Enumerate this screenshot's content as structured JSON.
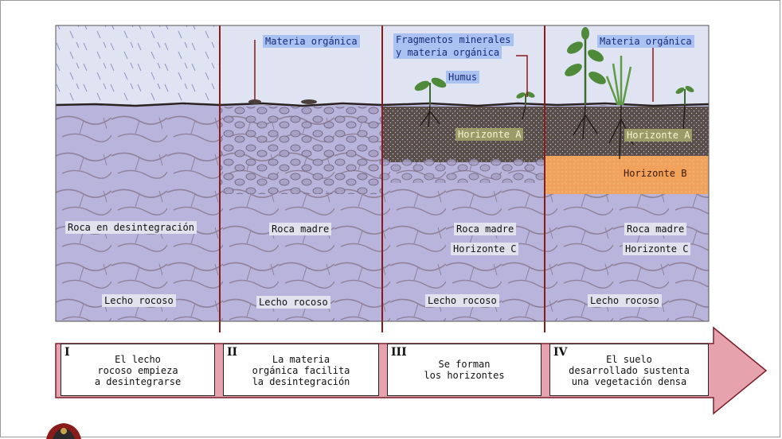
{
  "panels": [
    {
      "id": "I",
      "labels": {
        "rock": "Roca en desintegración",
        "bedrock": "Lecho rocoso"
      }
    },
    {
      "id": "II",
      "labels": {
        "organic": "Materia orgánica",
        "parent": "Roca madre",
        "bedrock": "Lecho rocoso"
      }
    },
    {
      "id": "III",
      "labels": {
        "fragments_1": "Fragmentos minerales",
        "fragments_2": "y materia orgánica",
        "humus": "Humus",
        "horizon_a": "Horizonte A",
        "parent": "Roca madre",
        "horizon_c": "Horizonte C",
        "bedrock": "Lecho rocoso"
      }
    },
    {
      "id": "IV",
      "labels": {
        "organic": "Materia orgánica",
        "horizon_a": "Horizonte A",
        "horizon_b": "Horizonte B",
        "parent": "Roca madre",
        "horizon_c": "Horizonte C",
        "bedrock": "Lecho rocoso"
      }
    }
  ],
  "steps": [
    {
      "numeral": "I",
      "text": "El lecho\nrocoso empieza\na desintegrarse"
    },
    {
      "numeral": "II",
      "text": "La materia\norgánica facilita\nla desintegración"
    },
    {
      "numeral": "III",
      "text": "Se forman\nlos horizontes"
    },
    {
      "numeral": "IV",
      "text": "El suelo\ndesarrollado sustenta\nuna vegetación densa"
    }
  ],
  "colors": {
    "sky": "#dfe3f2",
    "rock": "#b9b4dc",
    "crack": "#8a7d93",
    "divider": "#8a1b1b",
    "arrow": "#e7a3ad",
    "arrow_border": "#7a1f2a",
    "soil_dark": "#4a3f3a",
    "horizon_b": "#f0a35d",
    "plant": "#3c6b2e"
  },
  "icons": {
    "logo": "eagle-emblem-icon"
  }
}
